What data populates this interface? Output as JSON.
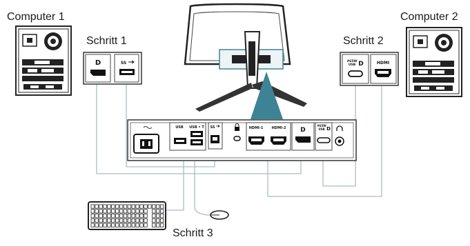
{
  "labels": {
    "computer1": "Computer 1",
    "computer2": "Computer 2",
    "schritt1": "Schritt 1",
    "schritt2": "Schritt 2",
    "schritt3": "Schritt 3"
  },
  "ports": {
    "hdmi": "HDMI",
    "hdmi1": "HDMI-1",
    "hdmi2": "HDMI-2",
    "usb": "USB",
    "usb_ch": "USB • T",
    "usb_c_top": "#65W",
    "usb_c_bot": "USB",
    "ss": "SS"
  },
  "colors": {
    "cable": "#a9bcc6",
    "highlight": "#3d8396",
    "panel_stroke": "#333333",
    "port_fill": "#111111"
  }
}
